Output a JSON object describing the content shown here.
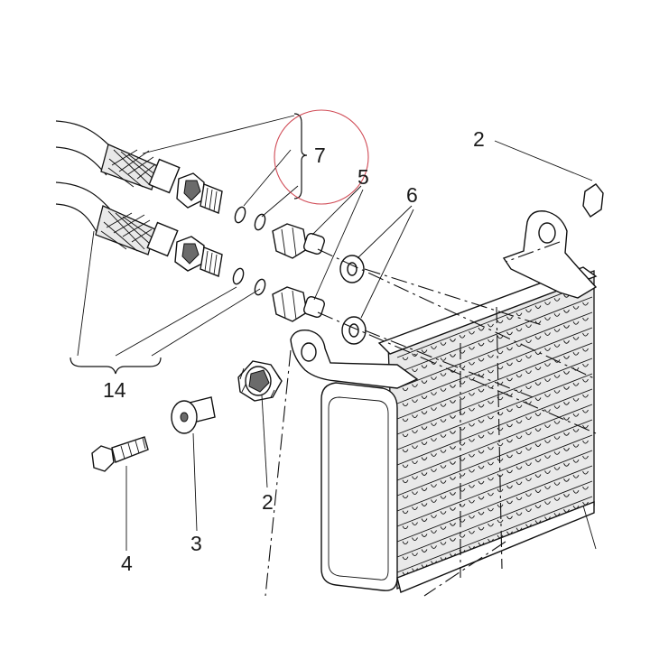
{
  "callouts": {
    "top_right_2": "2",
    "bottom_2": "2",
    "3": "3",
    "4": "4",
    "5": "5",
    "6": "6",
    "7": "7",
    "14": "14"
  },
  "colors": {
    "line": "#111111",
    "highlight_circle": "#d04a55",
    "radiator_frame": "#e9e9e9"
  }
}
